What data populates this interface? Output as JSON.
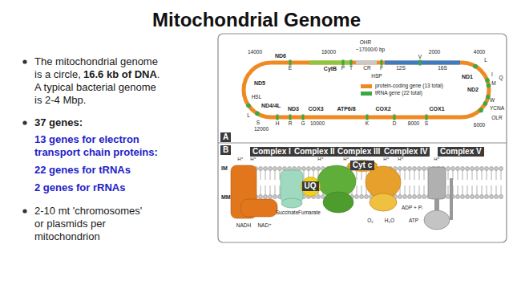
{
  "diagram": {
    "title": "Mitochondrial Genome",
    "nodes": [
      {
        "text": [
          "A"
        ]
      },
      {
        "text": [
          "B"
        ]
      },
      {
        "text": [
          "Complex I"
        ],
        "in": 1
      },
      {
        "text": [
          "Complex II"
        ],
        "in": 1
      },
      {
        "text": [
          "UQ"
        ],
        "in": 1
      },
      {
        "text": [
          "Complex III"
        ],
        "in": 1
      },
      {
        "text": [
          "Cyt c"
        ],
        "in": 1
      },
      {
        "text": [
          "Complex IV"
        ],
        "in": 1
      },
      {
        "text": [
          "Complex V"
        ],
        "in": 1
      }
    ],
    "labels": [
      "The mitochondrial genome is a circle,",
      "16.6 kb of DNA",
      ". A typical bacterial genome is 2-4 Mbp.",
      "37 genes:",
      "13 genes for electron transport chain proteins:",
      "22 genes for tRNAs",
      "2 genes for rRNAs",
      "2-10 mt 'chromosomes' or plasmids per mitochondrion",
      "14000",
      "ND6",
      "E",
      "16000",
      "CytB",
      "P",
      "T",
      "OHR",
      "~17000/0 bp",
      "CR",
      "HSP",
      "F",
      "12S",
      "V",
      "2000",
      "16S",
      "4000",
      "L",
      "ND1",
      "I",
      "M",
      "Q",
      "ND2",
      "W",
      "YCNA",
      "OLR",
      "6000",
      "COX1",
      "8000",
      "S",
      "D",
      "COX2",
      "K",
      "ATP6/8",
      "COX3",
      "G",
      "10000",
      "ND3",
      "R",
      "ND4/4L",
      "H",
      "S",
      "L",
      "12000",
      "HSL",
      "ND5",
      "IM",
      "MM",
      "NADH",
      "NAD⁺",
      "Succinate",
      "Fumarate",
      "O₂",
      "H₂O",
      "ADP + Pᵢ",
      "ATP",
      "H⁺",
      "H⁺",
      "H⁺",
      "H⁺",
      "H⁺",
      "H⁺",
      "H⁺"
    ],
    "legend": [
      {
        "text": "protein-coding gene (13 total)",
        "color": "#ef8a22"
      },
      {
        "text": "tRNA gene (22 total)",
        "color": "#3aa845"
      }
    ]
  }
}
